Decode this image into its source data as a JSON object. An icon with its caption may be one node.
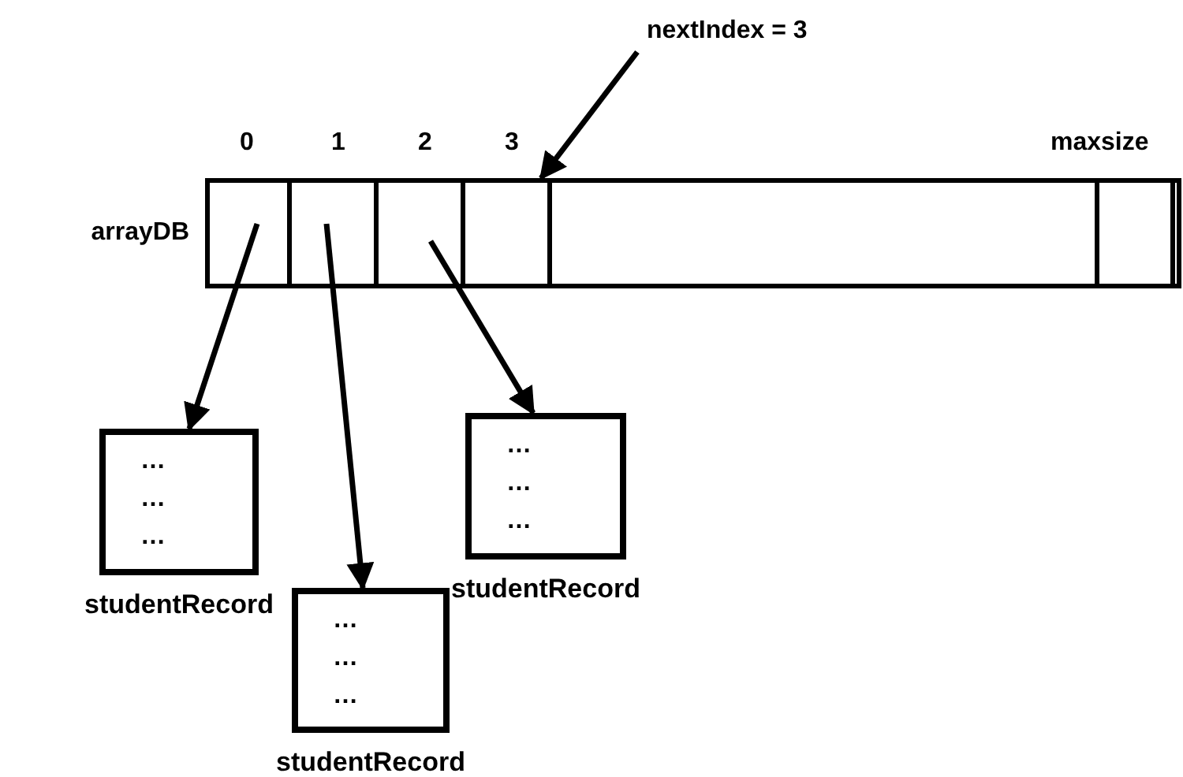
{
  "diagram": {
    "nodes": [
      {
        "text": [],
        "shape": "box",
        "beside": [
          "arrayDB"
        ]
      },
      {
        "text": [],
        "shape": "box",
        "in": 0
      },
      {
        "text": [],
        "shape": "box",
        "in": 0
      },
      {
        "text": [],
        "shape": "box",
        "in": 0
      },
      {
        "text": [],
        "shape": "box",
        "in": 0
      },
      {
        "text": [],
        "shape": "box",
        "in": 0
      },
      {
        "text": [],
        "shape": "box",
        "in": 0
      },
      {
        "text": [
          "nextIndex = 3"
        ]
      },
      {
        "text": [
          "…",
          "…",
          "…"
        ],
        "beside": [
          "studentRecord"
        ]
      },
      {
        "text": [
          "…",
          "…",
          "…"
        ],
        "beside": [
          "studentRecord"
        ]
      },
      {
        "text": [
          "…",
          "…",
          "…"
        ],
        "beside": [
          "studentRecord"
        ]
      }
    ],
    "edges": [
      {
        "from": 1,
        "to": 8,
        "arrow": "to"
      },
      {
        "from": 2,
        "to": 9,
        "arrow": "to"
      },
      {
        "from": 3,
        "to": 10,
        "arrow": "to"
      },
      {
        "from": 7,
        "to": 4,
        "arrow": "to"
      }
    ],
    "labels": [
      "0",
      "1",
      "2",
      "3",
      "maxsize"
    ]
  }
}
